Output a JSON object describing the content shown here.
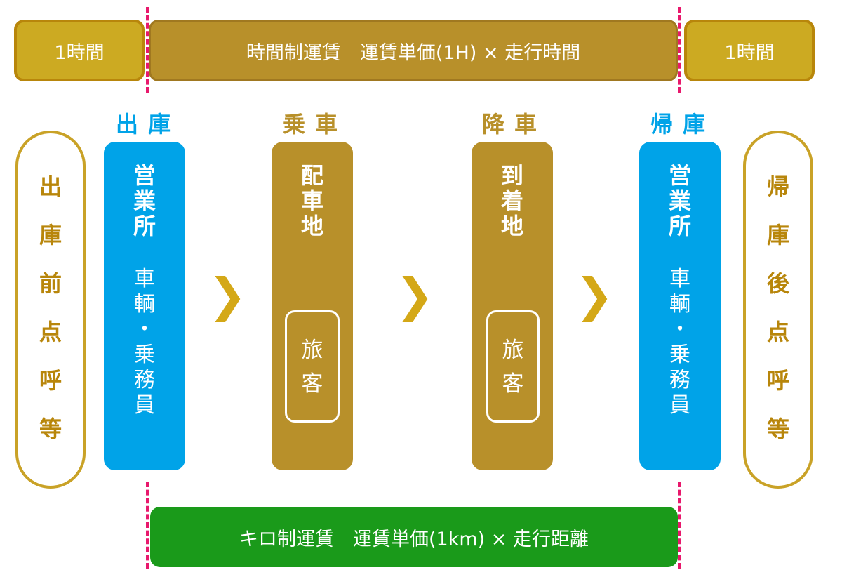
{
  "top": {
    "left_label": "1時間",
    "main_label": "時間制運賃　運賃単価(1H) × 走行時間",
    "right_label": "1時間"
  },
  "bottom": {
    "main_label": "キロ制運賃　運賃単価(1km) × 走行距離"
  },
  "stages": {
    "depart": {
      "label": "出庫",
      "place": "営業所",
      "content": "車輌・乗務員",
      "color": "#00A3E8"
    },
    "board": {
      "label": "乗車",
      "place": "配車地",
      "content": "旅客",
      "color": "#B8902A"
    },
    "alight": {
      "label": "降車",
      "place": "到着地",
      "content": "旅客",
      "color": "#B8902A"
    },
    "return": {
      "label": "帰庫",
      "place": "営業所",
      "content": "車輌・乗務員",
      "color": "#00A3E8"
    }
  },
  "side": {
    "left": "出庫前点呼等",
    "right": "帰庫後点呼等"
  },
  "arrow_glyph": "❯",
  "colors": {
    "blue": "#00A3E8",
    "gold": "#B8902A",
    "green": "#1A9A1A",
    "marker": "#E8186C"
  }
}
